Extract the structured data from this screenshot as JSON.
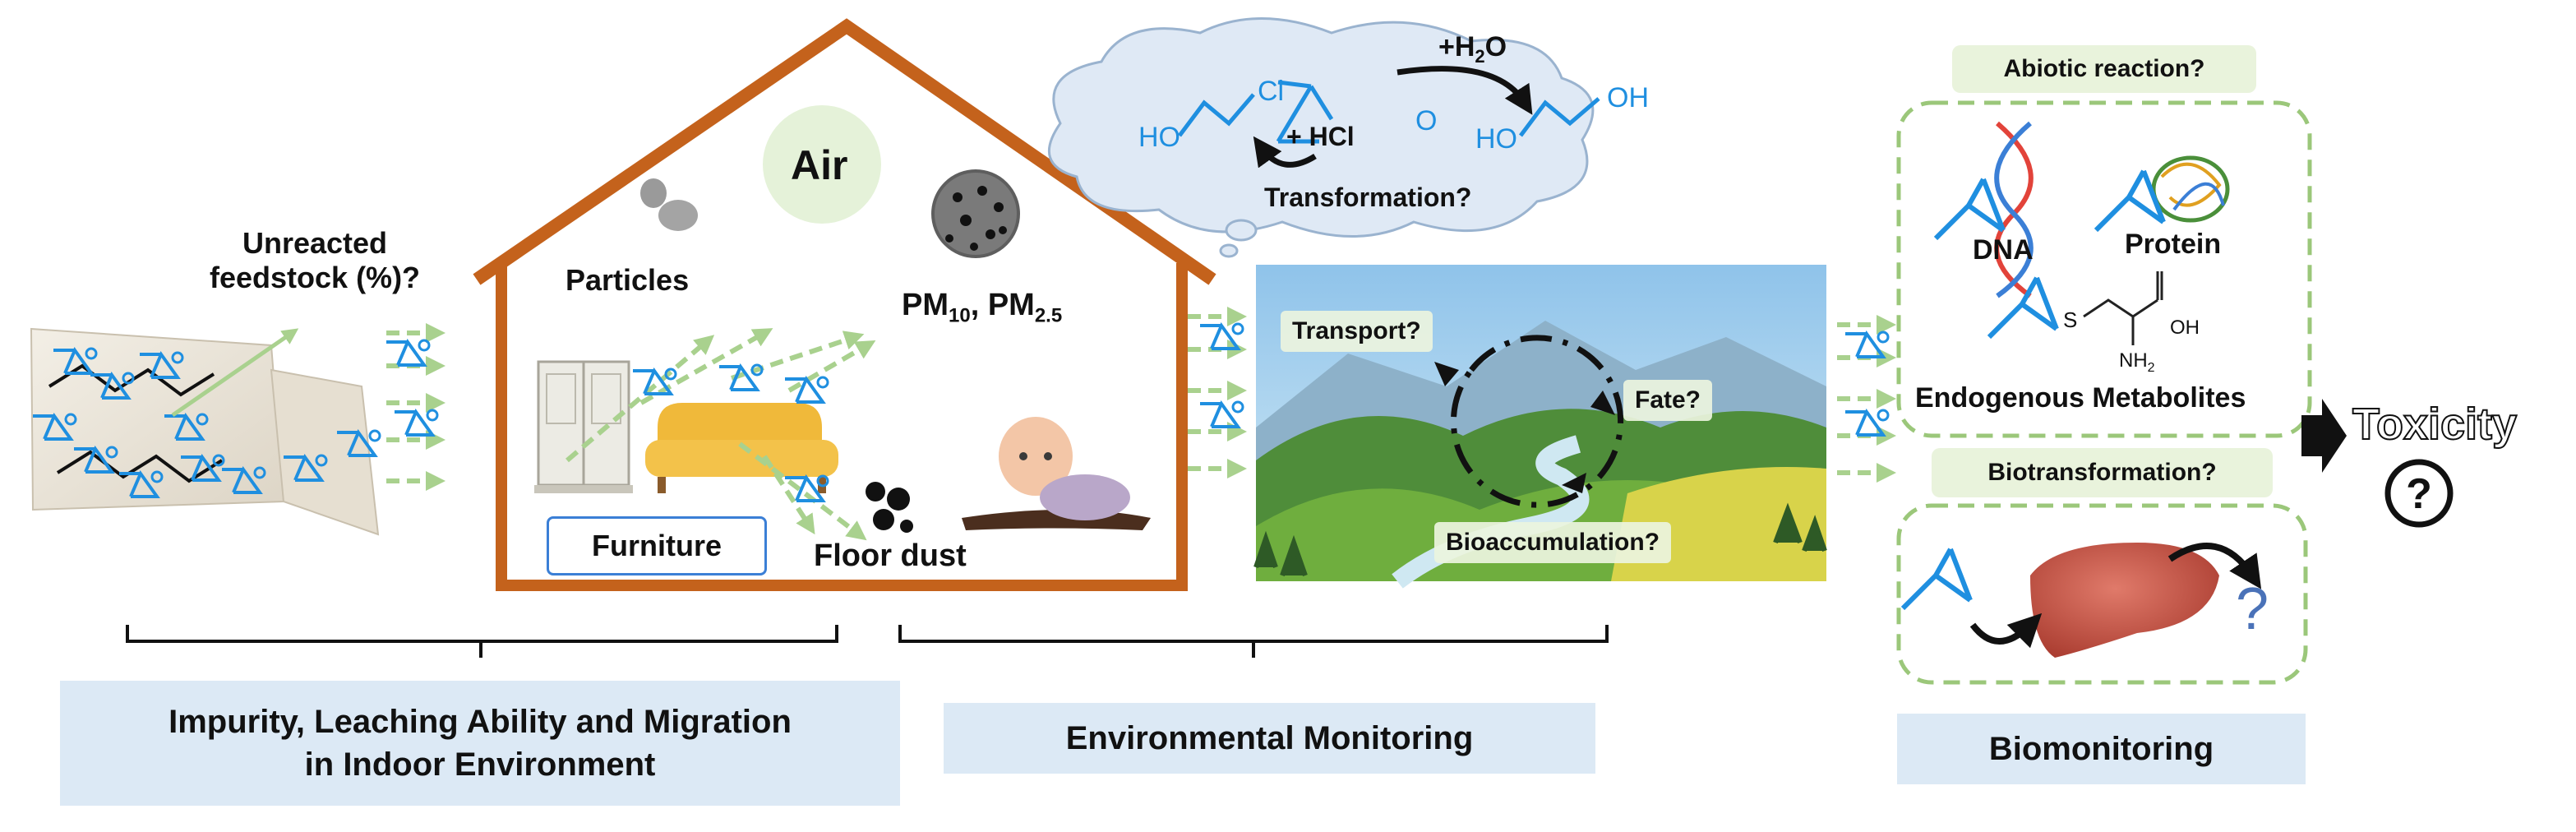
{
  "feedstock": {
    "label_line1": "Unreacted",
    "label_line2": "feedstock (%)?"
  },
  "house": {
    "air_label": "Air",
    "particles_label": "Particles",
    "pm_prefix": "PM",
    "pm10_sub": "10",
    "pm_sep": ", PM",
    "pm25_sub": "2.5",
    "furniture_label": "Furniture",
    "floor_dust_label": "Floor dust"
  },
  "cloud": {
    "cl_label": "Cl",
    "ho_left": "HO",
    "hcl_label": "+ HCl",
    "epoxide_o": "O",
    "water_prefix": "+H",
    "water_sub": "2",
    "water_suffix": "O",
    "ho_right": "HO",
    "oh_right": "OH",
    "transformation_label": "Transformation?"
  },
  "landscape": {
    "transport_label": "Transport?",
    "fate_label": "Fate?",
    "bioaccumulation_label": "Bioaccumulation?"
  },
  "bio": {
    "abiotic_label": "Abiotic reaction?",
    "dna_label": "DNA",
    "protein_label": "Protein",
    "metabolites_label": "Endogenous Metabolites",
    "oh_label": "OH",
    "nh2_prefix": "NH",
    "nh2_sub": "2",
    "s_label": "S",
    "biotransformation_label": "Biotransformation?",
    "question_mark": "?"
  },
  "toxicity": {
    "label": "Toxicity",
    "icon": "question-circle-icon"
  },
  "panels": {
    "indoor_line1": "Impurity, Leaching Ability and Migration",
    "indoor_line2": "in Indoor Environment",
    "environmental": "Environmental Monitoring",
    "biomonitoring": "Biomonitoring"
  },
  "colors": {
    "house_outline": "#c4621c",
    "epoxide_blue": "#1f8fe0",
    "arrow_green": "#a9d18e",
    "panel_bg": "#dce9f5",
    "tag_bg": "#e9f3dc",
    "dashed_green": "#9bc77a"
  }
}
